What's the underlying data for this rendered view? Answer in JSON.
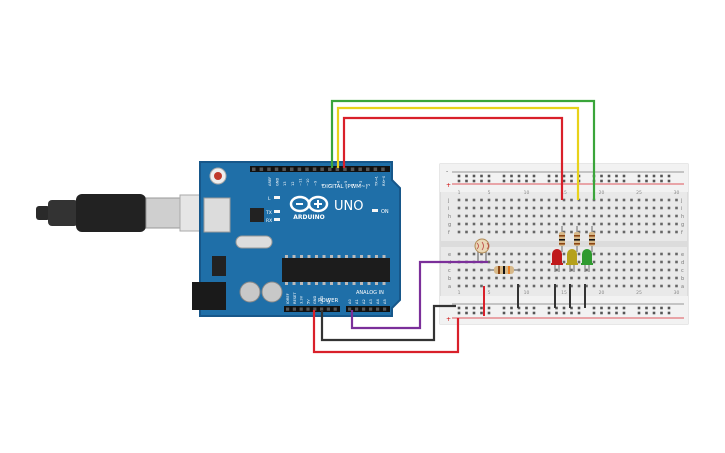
{
  "arduino": {
    "uno_label": "UNO",
    "brand_label": "ARDUINO",
    "digital_label": "DIGITAL (PWM~)",
    "power_label": "POWER",
    "analog_label": "ANALOG IN",
    "on_label": "ON",
    "l_label": "L",
    "tx_label": "TX",
    "rx_label": "RX",
    "digital_pins": [
      "AREF",
      "GND",
      "13",
      "12",
      "~11",
      "~10",
      "~9",
      "8",
      "7",
      "~6",
      "~5",
      "4",
      "~3",
      "2",
      "TX→1",
      "RX←0"
    ],
    "power_pins": [
      "IOREF",
      "RESET",
      "3.3V",
      "5V",
      "GND",
      "GND",
      "Vin"
    ],
    "analog_pins": [
      "A0",
      "A1",
      "A2",
      "A3",
      "A4",
      "A5"
    ]
  },
  "breadboard": {
    "col_numbers": [
      "1",
      "5",
      "10",
      "15",
      "20",
      "25",
      "30"
    ],
    "row_letters_top": [
      "j",
      "i",
      "h",
      "g",
      "f"
    ],
    "row_letters_bottom": [
      "e",
      "d",
      "c",
      "b",
      "a"
    ],
    "rail_plus": "+",
    "rail_minus": "-"
  },
  "colors": {
    "board": "#1f6fa8",
    "board_dark": "#17578a",
    "wire_red": "#d9202a",
    "wire_yellow": "#e8d21a",
    "wire_green": "#3aa53a",
    "wire_purple": "#7b2f9a",
    "wire_black": "#333333",
    "led_red": "#c0191b",
    "led_yellow": "#b5a11c",
    "led_green": "#2f9a2f"
  }
}
